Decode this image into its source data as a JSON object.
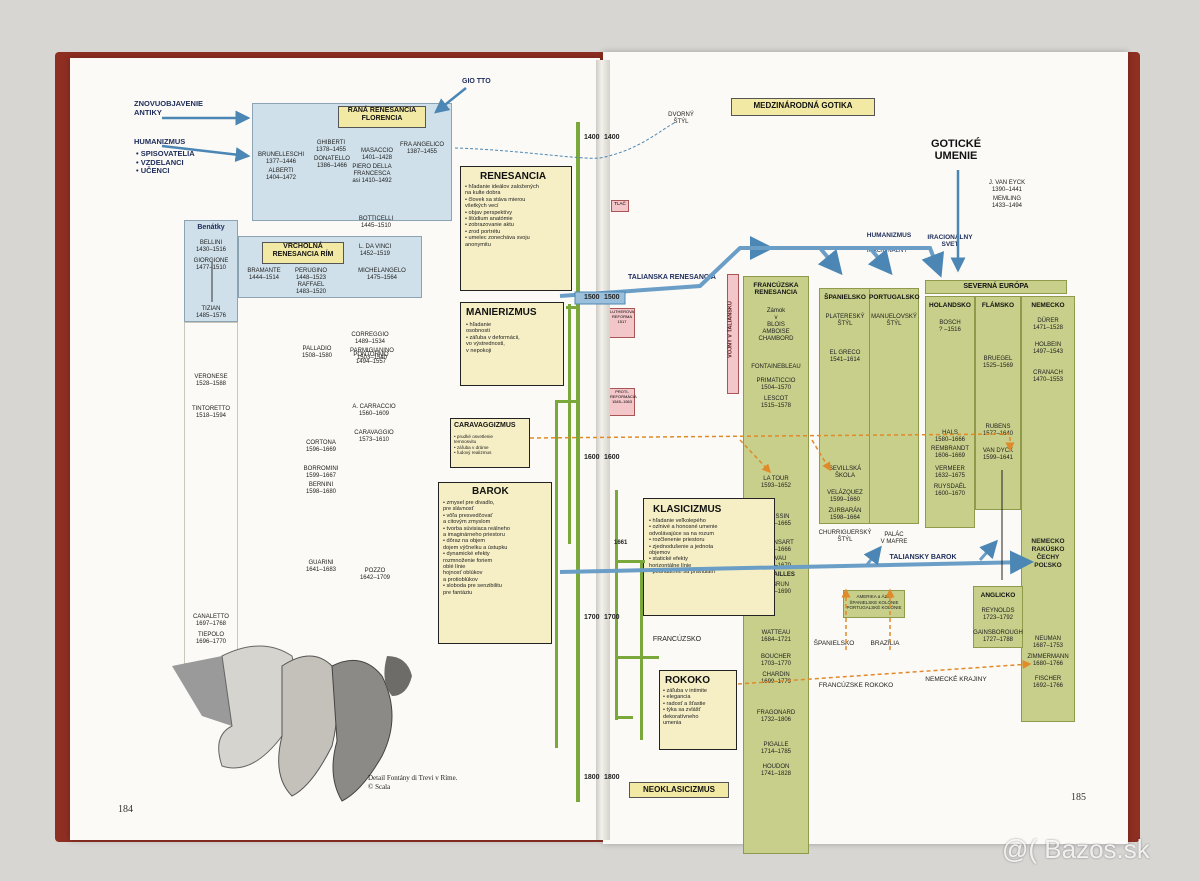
{
  "left": {
    "intro": {
      "znovu": "ZNOVUOBJAVENIE\nANTIKY",
      "humanizmus": "HUMANIZMUS",
      "bullets": "• SPISOVATELIA\n• VZDELANCI\n• UČENCI",
      "giotto": "GIO TTO"
    },
    "florencia": {
      "label": "RANÁ RENESANCIA\nFLORENCIA",
      "brunelleschi": "BRUNELLESCHI\n1377–1446",
      "ghiberti": "GHIBERTI\n1378–1455",
      "masaccio": "MASACCIO\n1401–1428",
      "angelico": "FRA ANGELICO\n1387–1455",
      "donatello": "DONATELLO\n1386–1466",
      "alberti": "ALBERTI\n1404–1472",
      "piero": "PIERO DELLA\nFRANCESCA\nasi 1410–1492",
      "botticelli": "BOTTICELLI\n1445–1510"
    },
    "rim": {
      "label": "VRCHOLNÁ\nRENESANCIA RÍM",
      "davinci": "L. DA VINCI\n1452–1519",
      "bramante": "BRAMANTE\n1444–1514",
      "perugino": "PERUGINO\n1448–1523",
      "michelangelo": "MICHELANGELO\n1475–1564",
      "raffael": "RAFFAEL\n1483–1520"
    },
    "benatky": {
      "label": "Benátky",
      "bellini": "BELLINI\n1430–1516",
      "giorgione": "GIORGIONE\n1477–1510",
      "tizian": "TIZIAN\n1485–1576",
      "veronese": "VERONESE\n1528–1588",
      "tintoretto": "TINTORETTO\n1518–1594",
      "canaletto": "CANALETTO\n1697–1768",
      "tiepolo": "TIEPOLO\n1696–1770"
    },
    "middle": {
      "correggio": "CORREGGIO\n1489–1534",
      "parmigianino": "PARMIGIANINO\n1503–1540",
      "palladio": "PALLADIO\n1508–1580",
      "pontormo": "PONTORMO\n1494–1557",
      "carraccio": "A. CARRACCIO\n1560–1609",
      "caravaggio": "CARAVAGGIO\n1573–1610",
      "cortona": "CORTONA\n1596–1669",
      "borromini": "BORROMINI\n1599–1667",
      "bernini": "BERNINI\n1598–1680",
      "guarini": "GUARINI\n1641–1683",
      "pozzo": "POZZO\n1642–1709"
    },
    "renesancia": {
      "title": "RENESANCIA",
      "items": "• hľadanie ideálov založených\n  na kulte dobra\n• človek sa stáva mierou\n  všetkých vecí\n• objav perspektívy\n• štúdium anatómie\n• zobrazovanie aktu\n• zrod portrétu\n• umelec zonecháva svoju\n  anonymitu"
    },
    "manierizmus": {
      "title": "MANIERIZMUS",
      "items": "• hľadanie\n  osobnosti\n• záľuba v deformácii,\n  vo výstrednosti,\n  v nepokoji"
    },
    "caravaggizmus": {
      "title": "CARAVAGGIZMUS",
      "items": "• prudké osvetlenie\n  temnosvitu\n• záľuba v dráme\n• ľudový realizmus"
    },
    "barok": {
      "title": "BAROK",
      "items": "• zmysel pre divadlo,\n  pre slávnosť\n• vôľa presvedčovať\n  a citovým zmyslom\n• tvorba súvisiaca reálneho\n  a imaginárneho priestoru\n• dôraz na objem\n  dojem výčnelku a ústupku\n• dynamické efekty\n  rozmnoženie foriem\n  oblé línie\n  hojnosť oblúkov\n  a protioblúkov\n• sloboda pre senzibilitu\n  pre fantáziu"
    },
    "caption": "Detail Fontány di Trevi v Ríme.\n© Scala",
    "page_number": "184"
  },
  "right": {
    "gotika": "MEDZINÁRODNÁ GOTIKA",
    "dvorny": "DVORNÝ\nŠTÝL",
    "goticke": "GOTICKÉ\nUMENIE",
    "vaneyck": "J. VAN EYCK\n1390–1441",
    "memling": "MEMLING\n1433–1494",
    "tlac": "TLAČ",
    "humanizmus": "HUMANIZMUS",
    "iracionalny": "IRACIONÁLNY",
    "iracsvet": "IRACIONÁLNY\nSVET",
    "talianska_ren": "TALIANSKA RENESANCIA",
    "vojny": "VOJNY V TALIANSKU",
    "luther": "LUTHEROVA\nREFORMA\n1517",
    "proti": "PROTI-\nREFORMÁCIA\n1545–1563",
    "francuzska": {
      "label": "FRANCÚZSKA\nRENESANCIA",
      "zamok": "Zámok\nv\nBLOIS\nAMBOISE\nCHAMBORD",
      "fontainebleau": "FONTAINEBLEAU",
      "primaticcio": "PRIMATICCIO\n1504–1570",
      "lescot": "LESCOT\n1515–1578",
      "latour": "LA TOUR\n1593–1652",
      "poussin": "POUSSIN\n1594–1665",
      "mansart": "F. MANSART\n1598–1666",
      "levau": "LE VAU\n1612–1670",
      "versailles": "VERSAILLES",
      "lebrun": "LE BRUN\n1619–1690",
      "watteau": "WATTEAU\n1684–1721",
      "boucher": "BOUCHER\n1703–1770",
      "chardin": "CHARDIN\n1699–1779",
      "fragonard": "FRAGONARD\n1732–1806",
      "pigalle": "PIGALLE\n1714–1785",
      "houdon": "HOUDON\n1741–1828"
    },
    "spanielsko": {
      "label": "ŠPANIELSKO",
      "plateresky": "PLATERESKÝ\nŠTÝL",
      "elgreco": "EL GRECO\n1541–1614",
      "sevillska": "SEVILLSKÁ\nŠKOLA",
      "velazquez": "VELÁZQUEZ\n1599–1660",
      "zurbaran": "ZURBARÁN\n1598–1664",
      "churrig": "CHURRIGUERSKÝ\nŠTÝL"
    },
    "portugalsko": {
      "label": "PORTUGALSKO",
      "manuel": "MANUELOVSKÝ\nŠTÝL",
      "palac": "PALÁC\nV MAFRE"
    },
    "severna": {
      "label": "SEVERNÁ EURÓPA",
      "holandsko": "HOLANDSKO",
      "flamsko": "FLÁMSKO",
      "nemecko": "NEMECKO",
      "bosch": "BOSCH\n? –1516",
      "durer": "DÜRER\n1471–1528",
      "holbein": "HOLBEIN\n1497–1543",
      "bruegel": "BRUEGEL\n1525–1569",
      "cranach": "CRANACH\n1470–1553",
      "rubens": "RUBENS\n1577–1640",
      "vandyck": "VAN DYCK\n1599–1641",
      "hals": "HALS\n1580–1666",
      "rembrandt": "REMBRANDT\n1606–1669",
      "vermeer": "VERMEER\n1632–1675",
      "ruysdael": "RUYSDAËL\n1600–1670",
      "nemecko2": "NEMECKO\nRAKÚSKO\nČECHY\nPOĽSKO",
      "neuman": "NEUMAN\n1687–1753",
      "zimmermann": "ZIMMERMANN\n1680–1766",
      "fischer": "FISCHER\n1692–1766"
    },
    "anglicko": {
      "label": "ANGLICKO",
      "reynolds": "REYNOLDS\n1723–1792",
      "gainsborough": "GAINSBOROUGH\n1727–1788"
    },
    "amerika": "AMERIKA a ÁZIA\nŠPANIELSKE KOLÓNIE\nPORTUGALSKÉ KOLÓNIE",
    "taliansky_barok": "TALIANSKY BAROK",
    "francuzsko": "FRANCÚZSKO",
    "spanielsko_lbl": "ŠPANIELSKO",
    "brazilia": "BRAZÍLIA",
    "fr_rokoko": "FRANCÚZSKE ROKOKO",
    "nem_krajiny": "NEMECKÉ KRAJINY",
    "klasicizmus": {
      "title": "KLASICIZMUS",
      "items": "• hľadanie veľkolepého\n• ozlnivé a honosné umenie\n  odvolávajúce sa na rozum\n• rozčlenenie priestoru\n• zjednodušenie a jednota\n  objemov\n• statické efekty\n  horizontálne línie\n• podriadenie sa pravidlám"
    },
    "rokoko": {
      "title": "ROKOKO",
      "items": "• záľuba v intimite\n• elegancia\n• radosť a šťastie\n• týka sa zvlášť\n  dekoratívneho\n  umenia"
    },
    "neoklasicizmus": "NEOKLASICIZMUS",
    "page_number": "185"
  },
  "years": {
    "y1400a": "1400",
    "y1400b": "1400",
    "y1500a": "1500",
    "y1500b": "1500",
    "y1600a": "1600",
    "y1600b": "1600",
    "y1661": "1661",
    "y1700a": "1700",
    "y1700b": "1700",
    "y1800a": "1800",
    "y1800b": "1800"
  },
  "watermark": "@( Bazos.sk"
}
